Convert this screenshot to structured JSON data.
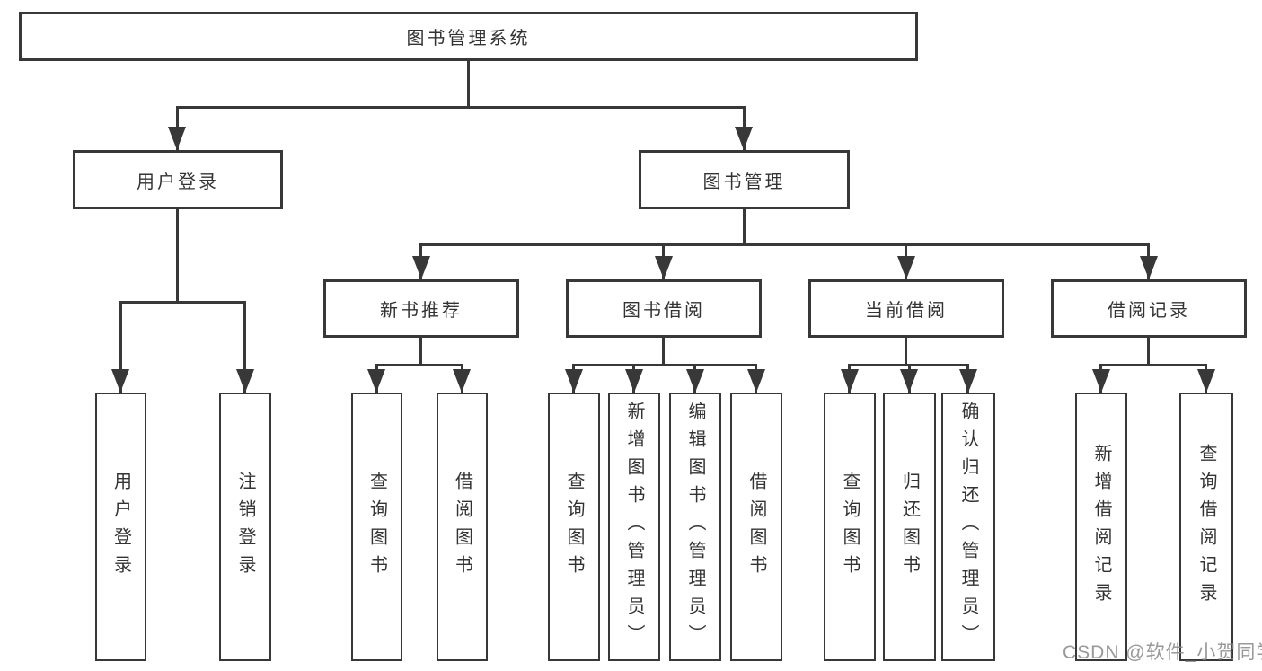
{
  "diagram_title": "图书管理系统",
  "tree": {
    "root": {
      "label": "图书管理系统",
      "children": [
        {
          "label": "用户登录",
          "children": [
            {
              "label": "用户登录"
            },
            {
              "label": "注销登录"
            }
          ]
        },
        {
          "label": "图书管理",
          "children": [
            {
              "label": "新书推荐",
              "children": [
                {
                  "label": "查询图书"
                },
                {
                  "label": "借阅图书"
                }
              ]
            },
            {
              "label": "图书借阅",
              "children": [
                {
                  "label": "查询图书"
                },
                {
                  "label": "新增图书（管理员）"
                },
                {
                  "label": "编辑图书（管理员）"
                },
                {
                  "label": "借阅图书"
                }
              ]
            },
            {
              "label": "当前借阅",
              "children": [
                {
                  "label": "查询图书"
                },
                {
                  "label": "归还图书"
                },
                {
                  "label": "确认归还（管理员）"
                }
              ]
            },
            {
              "label": "借阅记录",
              "children": [
                {
                  "label": "新增借阅记录"
                },
                {
                  "label": "查询借阅记录"
                }
              ]
            }
          ]
        }
      ]
    }
  },
  "watermark": {
    "text": "CSDN @软件_小贺同学"
  },
  "colors": {
    "line": "#383838",
    "box_border": "#383838",
    "text": "#333333",
    "background": "#ffffff",
    "watermark": "#878787"
  }
}
